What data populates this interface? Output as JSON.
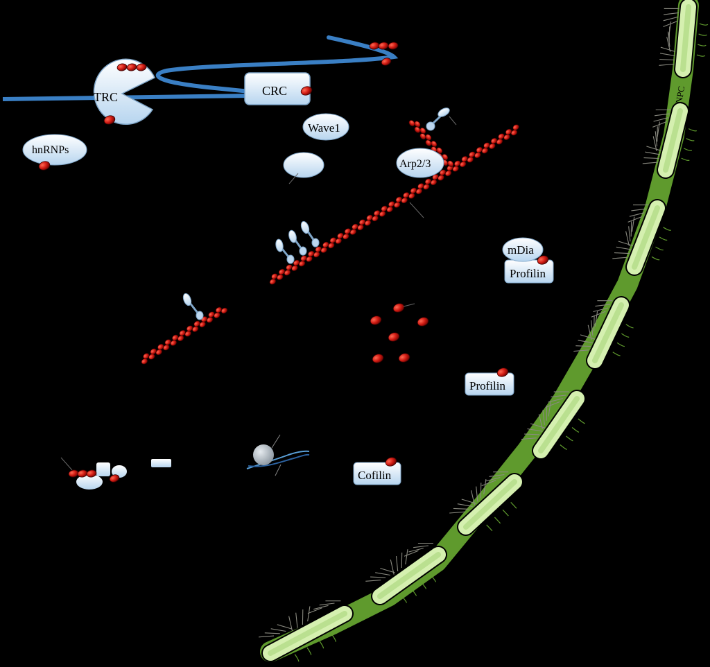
{
  "labels": {
    "trc": "TRC",
    "crc": "CRC",
    "wave1": "Wave1",
    "hnrnps": "hnRNPs",
    "arp23": "Arp2/3",
    "mdia": "mDia",
    "profilin_1": "Profilin",
    "profilin_2": "Profilin",
    "cofilin": "Cofilin",
    "npc": "NPC"
  },
  "colors": {
    "background": "#000000",
    "actin": "#c0150f",
    "mrna": "#3a7fc4",
    "protein": "#cfe4f5",
    "membrane": "#5f9a2d",
    "pore": "#d5f0b0"
  },
  "counts": {
    "free_actin_monomers": 6,
    "nuclear_pores": 8
  }
}
